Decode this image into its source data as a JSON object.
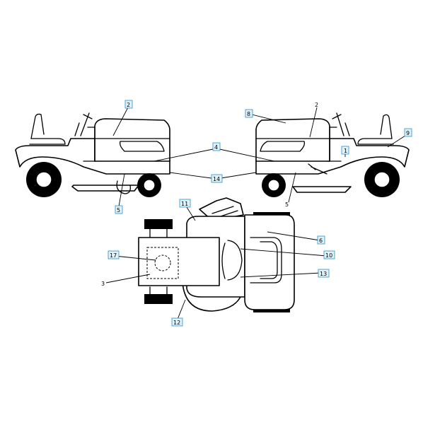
{
  "labels": [
    {
      "id": "l1",
      "text": "1",
      "boxed": true
    },
    {
      "id": "l2a",
      "text": "2",
      "boxed": true
    },
    {
      "id": "l2b",
      "text": "2",
      "boxed": false
    },
    {
      "id": "l3",
      "text": "3",
      "boxed": false
    },
    {
      "id": "l4",
      "text": "4",
      "boxed": true
    },
    {
      "id": "l5a",
      "text": "5",
      "boxed": true
    },
    {
      "id": "l5b",
      "text": "5",
      "boxed": false
    },
    {
      "id": "l6",
      "text": "6",
      "boxed": true
    },
    {
      "id": "l8",
      "text": "8",
      "boxed": true
    },
    {
      "id": "l9",
      "text": "9",
      "boxed": true
    },
    {
      "id": "l10",
      "text": "10",
      "boxed": true
    },
    {
      "id": "l11",
      "text": "11",
      "boxed": true
    },
    {
      "id": "l12",
      "text": "12",
      "boxed": true
    },
    {
      "id": "l13",
      "text": "13",
      "boxed": true
    },
    {
      "id": "l14",
      "text": "14",
      "boxed": true
    },
    {
      "id": "l17",
      "text": "17",
      "boxed": true
    }
  ]
}
